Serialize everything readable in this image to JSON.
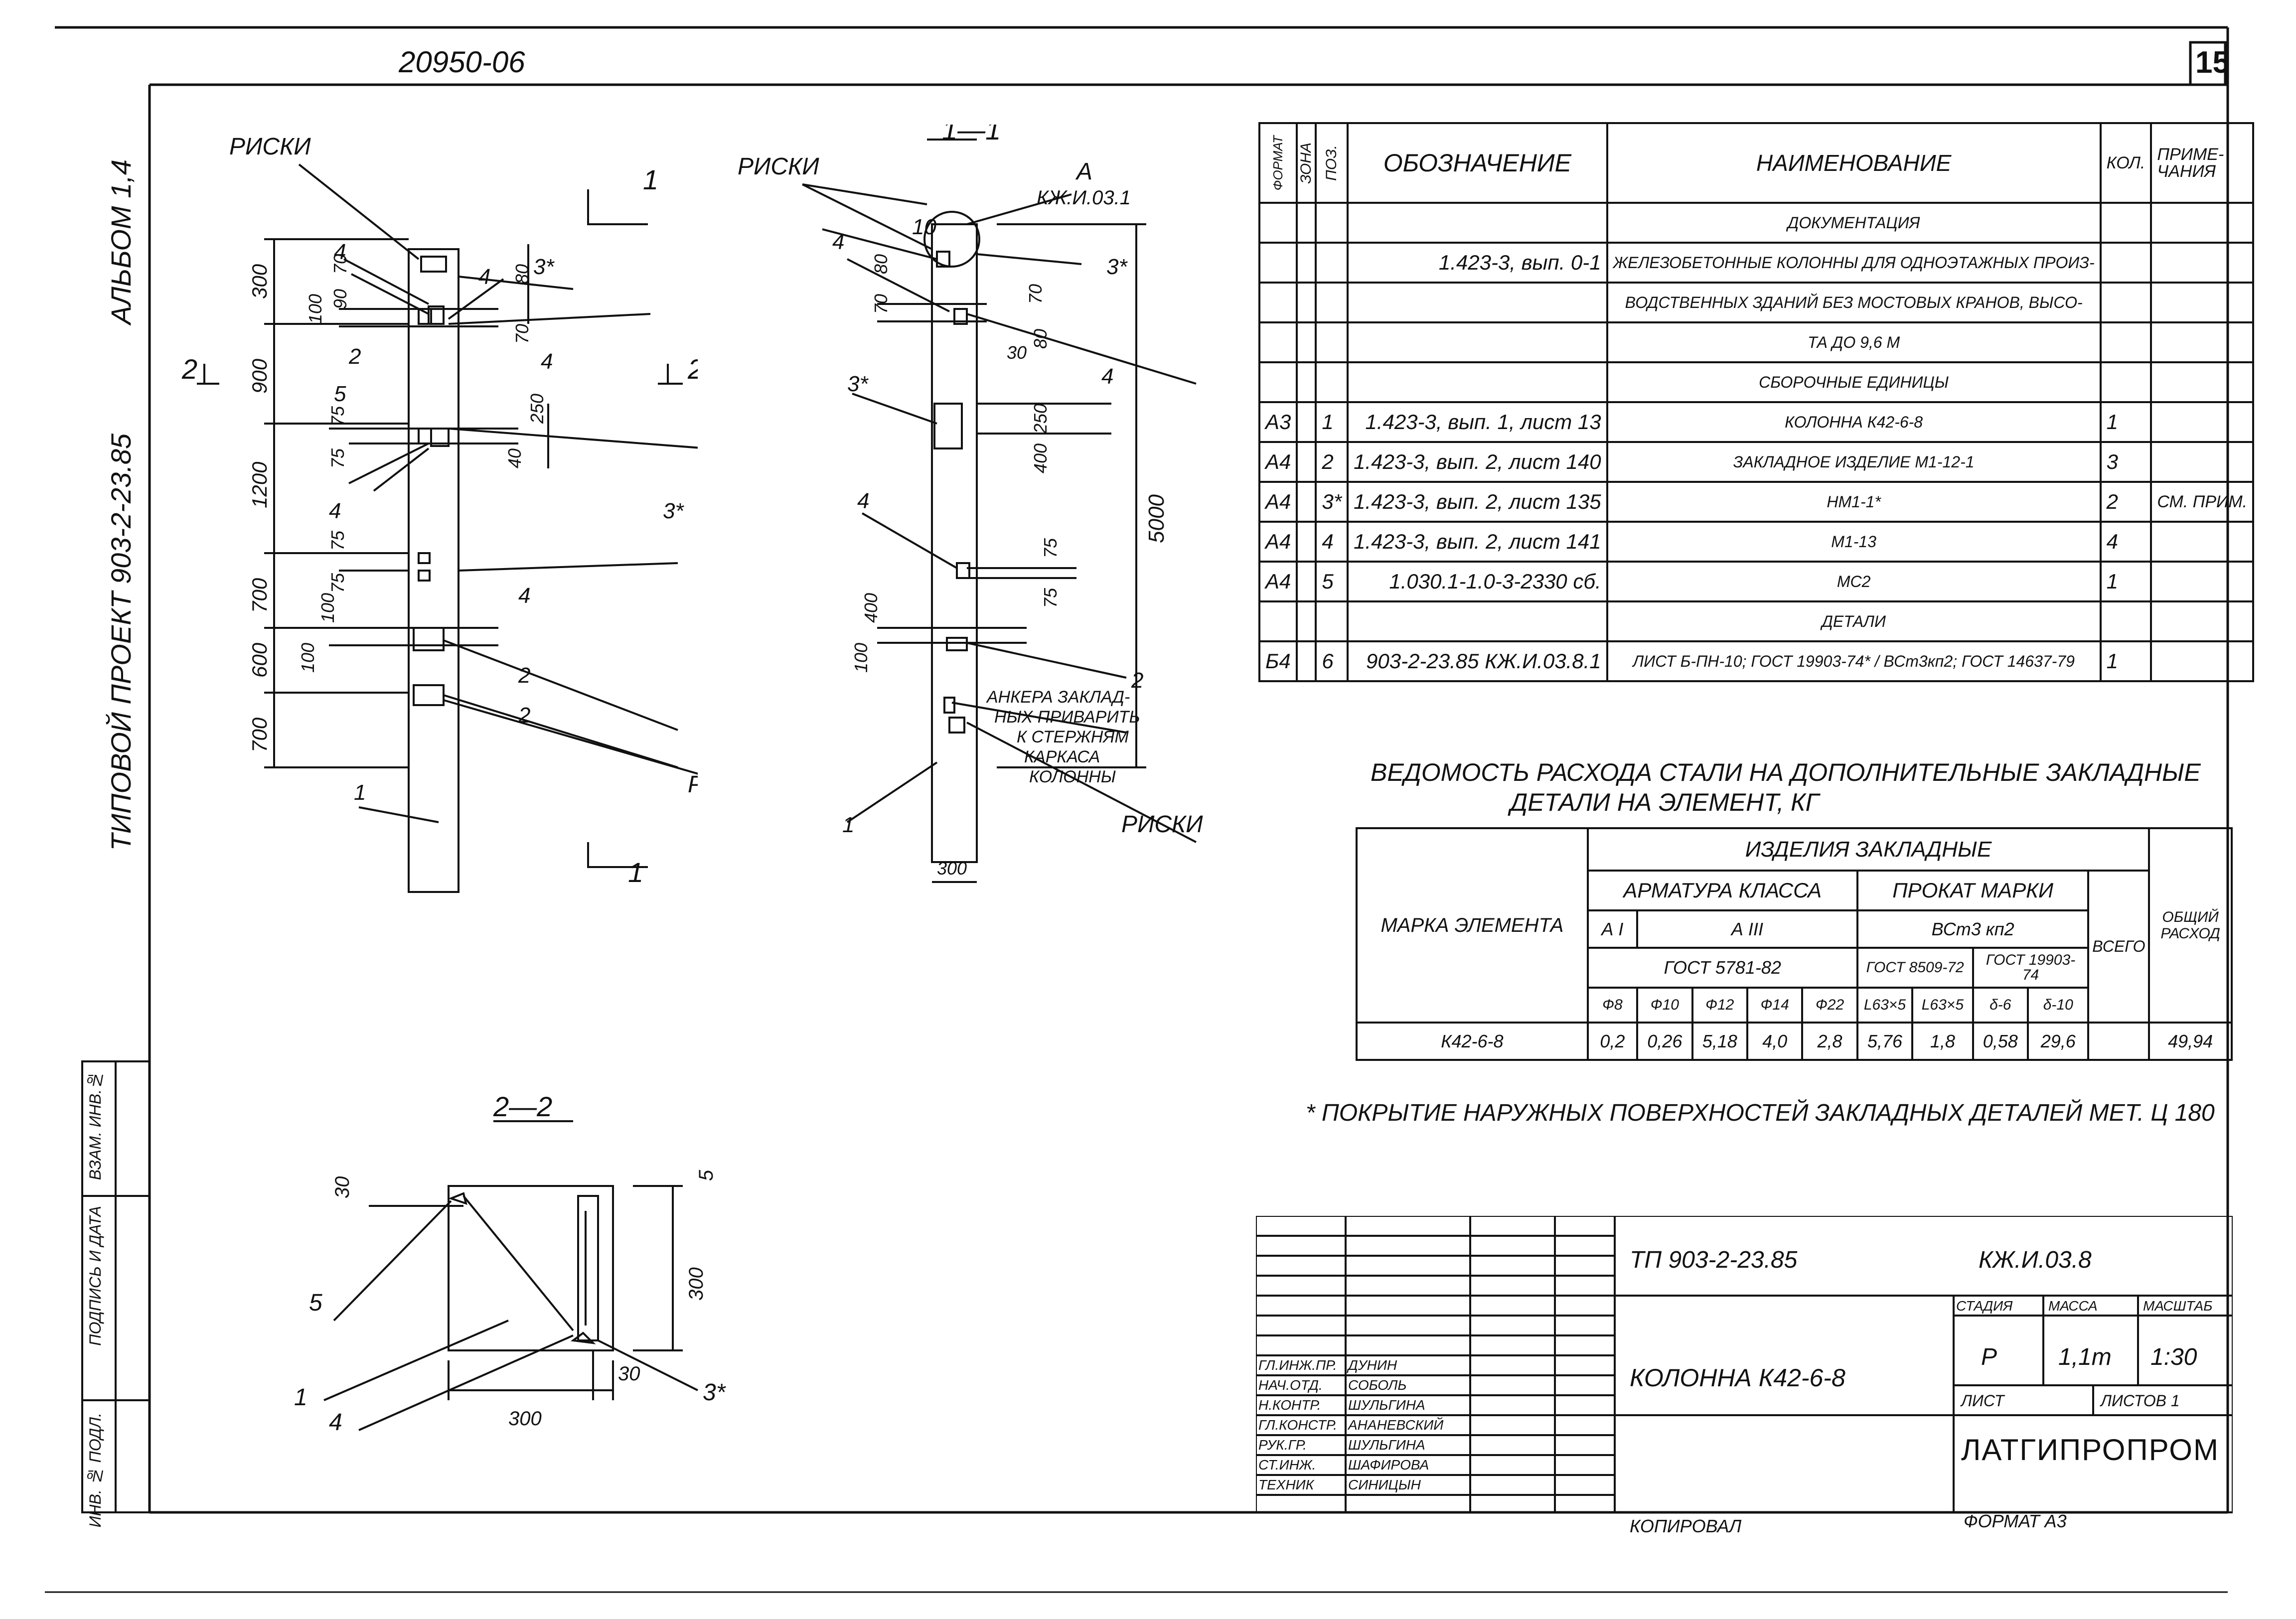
{
  "header": {
    "project_code": "20950-06",
    "sheet_number": "15"
  },
  "side_texts": {
    "album": "АЛЬБОМ 1,4",
    "project": "ТИПОВОЙ ПРОЕКТ 903-2-23.85"
  },
  "side_stamps": [
    "ИНВ. № ПОДЛ.",
    "ПОДПИСЬ И ДАТА",
    "ВЗАМ. ИНВ.№"
  ],
  "elevation": {
    "risk_top": "РИСКИ",
    "risk_bottom": "РИСКИ",
    "section_mark": "1",
    "view_mark": "2",
    "dims": [
      "300",
      "900",
      "1200",
      "700",
      "600",
      "700"
    ],
    "small_dims": [
      "90",
      "70",
      "100",
      "100",
      "75",
      "75",
      "75",
      "75",
      "100",
      "100"
    ],
    "right_dims": [
      "80",
      "70",
      "250",
      "40"
    ],
    "callouts": [
      "3*",
      "4",
      "4",
      "4",
      "2",
      "5",
      "3*",
      "4",
      "4",
      "2",
      "2",
      "1"
    ]
  },
  "section_1_1": {
    "title": "1—1",
    "risk_top": "РИСКИ",
    "risk_bottom": "РИСКИ",
    "node_label": "А",
    "node_ref": "КЖ.И.03.1",
    "dims": [
      "70",
      "80",
      "70",
      "80",
      "30",
      "400",
      "250",
      "75",
      "75",
      "400",
      "100",
      "5000",
      "300"
    ],
    "callouts": [
      "10",
      "4",
      "3*",
      "3*",
      "4",
      "4",
      "2",
      "1"
    ],
    "note": [
      "АНКЕРА ЗАКЛАД-",
      "НЫХ ПРИВАРИТЬ",
      "К СТЕРЖНЯМ",
      "КАРКАСА",
      "КОЛОННЫ"
    ]
  },
  "section_2_2": {
    "title": "2—2",
    "dims": [
      "30",
      "5",
      "300",
      "30",
      "300"
    ],
    "callouts": [
      "5",
      "1",
      "4",
      "3*"
    ]
  },
  "spec_table": {
    "headers": [
      "ФОРМАТ",
      "ЗОНА",
      "ПОЗ.",
      "ОБОЗНАЧЕНИЕ",
      "НАИМЕНОВАНИЕ",
      "КОЛ.",
      "ПРИМЕ-ЧАНИЯ"
    ],
    "rows": [
      [
        "",
        "",
        "",
        "",
        "ДОКУМЕНТАЦИЯ",
        "",
        ""
      ],
      [
        "",
        "",
        "",
        "1.423-3, вып. 0-1",
        "ЖЕЛЕЗОБЕТОННЫЕ КОЛОННЫ ДЛЯ ОДНОЭТАЖНЫХ ПРОИЗ-",
        "",
        ""
      ],
      [
        "",
        "",
        "",
        "",
        "ВОДСТВЕННЫХ ЗДАНИЙ БЕЗ МОСТОВЫХ КРАНОВ, ВЫСО-",
        "",
        ""
      ],
      [
        "",
        "",
        "",
        "",
        "ТА ДО 9,6 М",
        "",
        ""
      ],
      [
        "",
        "",
        "",
        "",
        "СБОРОЧНЫЕ ЕДИНИЦЫ",
        "",
        ""
      ],
      [
        "А3",
        "",
        "1",
        "1.423-3, вып. 1, лист 13",
        "КОЛОННА К42-6-8",
        "1",
        ""
      ],
      [
        "А4",
        "",
        "2",
        "1.423-3, вып. 2, лист 140",
        "ЗАКЛАДНОЕ ИЗДЕЛИЕ М1-12-1",
        "3",
        ""
      ],
      [
        "А4",
        "",
        "3*",
        "1.423-3, вып. 2, лист 135",
        "НМ1-1*",
        "2",
        "СМ. ПРИМ."
      ],
      [
        "А4",
        "",
        "4",
        "1.423-3, вып. 2, лист 141",
        "М1-13",
        "4",
        ""
      ],
      [
        "А4",
        "",
        "5",
        "1.030.1-1.0-3-2330 сб.",
        "МС2",
        "1",
        ""
      ],
      [
        "",
        "",
        "",
        "",
        "ДЕТАЛИ",
        "",
        ""
      ],
      [
        "Б4",
        "",
        "6",
        "903-2-23.85 КЖ.И.03.8.1",
        "ЛИСТ Б-ПН-10; ГОСТ 19903-74* / ВСт3кп2; ГОСТ 14637-79",
        "1",
        ""
      ]
    ]
  },
  "steel_table": {
    "title_line1": "ВЕДОМОСТЬ РАСХОДА СТАЛИ НА ДОПОЛНИТЕЛЬНЫЕ ЗАКЛАДНЫЕ",
    "title_line2": "ДЕТАЛИ НА ЭЛЕМЕНТ, КГ",
    "mark_header": "МАРКА ЭЛЕМЕНТА",
    "group_header": "ИЗДЕЛИЯ ЗАКЛАДНЫЕ",
    "rebar_header": "АРМАТУРА КЛАССА",
    "rolled_header": "ПРОКАТ МАРКИ",
    "class_ai": "А I",
    "class_aiii": "А III",
    "rolled_grade": "ВСт3 кп2",
    "gost_rebar": "ГОСТ 5781-82",
    "gost_a": "ГОСТ 8509-72",
    "gost_b": "ГОСТ 19903-74",
    "total_header": "ВСЕГО",
    "overall_header": "ОБЩИЙ РАСХОД",
    "subheaders": [
      "Ф8",
      "Ф10",
      "Ф12",
      "Ф14",
      "Ф22",
      "L63×5",
      "L63×5",
      "δ-6",
      "δ-10"
    ],
    "row": {
      "mark": "К42-6-8",
      "values": [
        "0,2",
        "0,26",
        "5,18",
        "4,0",
        "2,8",
        "5,76",
        "1,8",
        "0,58",
        "29,6"
      ],
      "overall": "49,94"
    }
  },
  "footnote": "* ПОКРЫТИЕ НАРУЖНЫХ ПОВЕРХНОСТЕЙ ЗАКЛАДНЫХ ДЕТАЛЕЙ МЕТ. Ц 180",
  "title_block": {
    "project": "ТП 903-2-23.85",
    "doc_code": "КЖ.И.03.8",
    "element_name": "КОЛОННА К42-6-8",
    "stage_header": "СТАДИЯ",
    "mass_header": "МАССА",
    "scale_header": "МАСШТАБ",
    "stage": "Р",
    "mass": "1,1т",
    "scale": "1:30",
    "sheet_label": "ЛИСТ",
    "sheets_label": "ЛИСТОВ 1",
    "organization": "ЛАТГИПРОПРОМ",
    "signers": [
      [
        "ГЛ.ИНЖ.ПР.",
        "ДУНИН"
      ],
      [
        "НАЧ.ОТД.",
        "СОБОЛЬ"
      ],
      [
        "Н.КОНТР.",
        "ШУЛЬГИНА"
      ],
      [
        "ГЛ.КОНСТР.",
        "АНАНЕВСКИЙ"
      ],
      [
        "РУК.ГР.",
        "ШУЛЬГИНА"
      ],
      [
        "СТ.ИНЖ.",
        "ШАФИРОВА"
      ],
      [
        "ТЕХНИК",
        "СИНИЦЫН"
      ]
    ],
    "copied": "КОПИРОВАЛ",
    "format": "ФОРМАТ А3"
  }
}
